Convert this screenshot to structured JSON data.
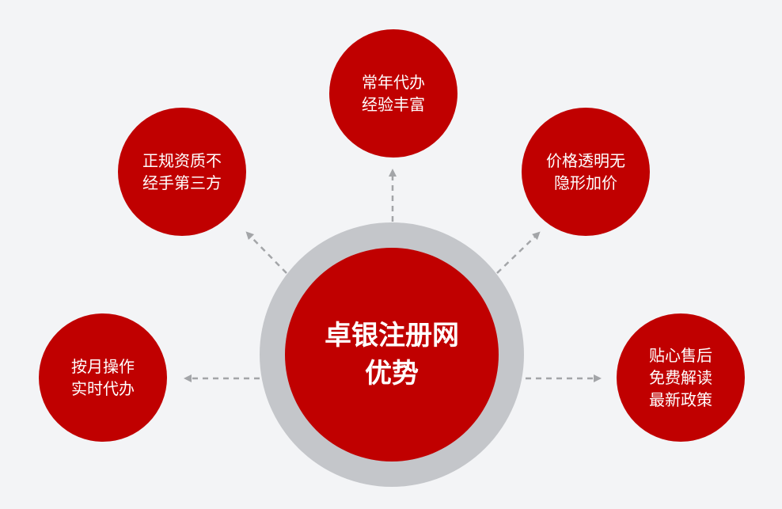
{
  "center": {
    "lines": [
      "卓银注册网",
      "优势"
    ]
  },
  "satellites": [
    {
      "id": "top",
      "lines": [
        "常年代办",
        "经验丰富"
      ]
    },
    {
      "id": "top-left",
      "lines": [
        "正规资质不",
        "经手第三方"
      ]
    },
    {
      "id": "top-right",
      "lines": [
        "价格透明无",
        "隐形加价"
      ]
    },
    {
      "id": "left",
      "lines": [
        "按月操作",
        "实时代办"
      ]
    },
    {
      "id": "right",
      "lines": [
        "贴心售后",
        "免费解读",
        "最新政策"
      ]
    }
  ],
  "colors": {
    "red": "#c00000",
    "ring": "#c4c6ca",
    "arrow": "#a3a5a8",
    "background": "#f3f4f6"
  }
}
